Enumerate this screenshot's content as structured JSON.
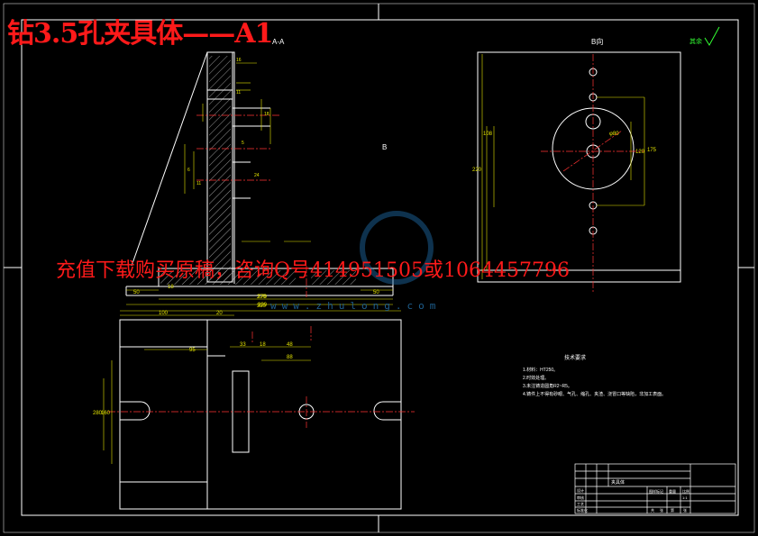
{
  "headline": {
    "title": "钻3.5孔夹具体——A1",
    "note": "充值下载购买原稿，咨询Q号414951505或1064457796"
  },
  "watermark": {
    "url": "www.zhulong.com"
  },
  "view_labels": {
    "section": "A-A",
    "view_b": "B向",
    "arrow_b": "B",
    "scale_mark": "其余"
  },
  "dimensions": {
    "top_view": [
      "100",
      "20",
      "320",
      "270",
      "33",
      "18",
      "48",
      "88",
      "95",
      "160",
      "280"
    ],
    "base": [
      "50",
      "270",
      "320",
      "50",
      "18"
    ],
    "right_view": [
      "120",
      "175",
      "220",
      "φ80",
      "108"
    ],
    "section": [
      "16",
      "11",
      "18",
      "5",
      "6",
      "11",
      "24"
    ]
  },
  "tech_req": {
    "title": "技术要求",
    "items": [
      "1.材料：HT250。",
      "2.时效处理。",
      "3.未注铸造圆角R2~R5。",
      "4.铸件上不得有砂眼、气孔、缩孔、夹渣、浇冒口等缺陷，非加工表面。"
    ]
  },
  "title_block": {
    "part_name": "夹具体",
    "scale_cells": [
      "图样标记",
      "重量",
      "比例",
      "1:1"
    ],
    "sign_cells": [
      "共",
      "张",
      "第",
      "张"
    ],
    "rows": [
      "设计",
      "审核",
      "工艺",
      "标准化"
    ]
  },
  "colors": {
    "outline": "#ffffff",
    "dimension": "#e6e600",
    "center": "#ff3333",
    "headline": "#ff1a1a",
    "check": "#33ff33"
  }
}
